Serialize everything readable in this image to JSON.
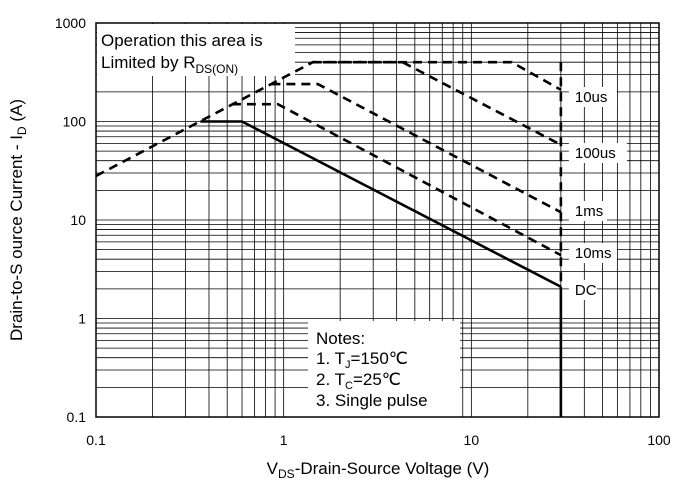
{
  "chart_data": {
    "type": "line",
    "title": "",
    "xlabel": {
      "sub_prefix": "V",
      "sub": "DS",
      "text": "-Drain-Source Voltage (V)"
    },
    "ylabel": {
      "text": "Drain-to-S ource Current - I",
      "sub": "D",
      "suffix": " (A)"
    },
    "xscale": "log",
    "yscale": "log",
    "xlim": [
      0.1,
      100
    ],
    "ylim": [
      0.1,
      1000
    ],
    "grid": true,
    "xticks": [
      "0.1",
      "1",
      "10",
      "100"
    ],
    "yticks": [
      "0.1",
      "1",
      "10",
      "100",
      "1000"
    ],
    "series": [
      {
        "name": "10us",
        "style": "dashed",
        "x": [
          0.1,
          1.43,
          16.4,
          30
        ],
        "y": [
          28,
          400,
          400,
          210
        ]
      },
      {
        "name": "100us",
        "style": "dashed",
        "x": [
          1.43,
          4.3,
          30
        ],
        "y": [
          400,
          400,
          58
        ]
      },
      {
        "name": "1ms",
        "style": "dashed",
        "x": [
          0.86,
          1.52,
          30
        ],
        "y": [
          240,
          240,
          12
        ]
      },
      {
        "name": "10ms",
        "style": "dashed",
        "x": [
          0.53,
          0.93,
          30
        ],
        "y": [
          150,
          150,
          4.4
        ]
      },
      {
        "name": "DC",
        "style": "solid",
        "x": [
          0.36,
          0.6,
          30
        ],
        "y": [
          100,
          100,
          2.1
        ]
      }
    ],
    "vds_limit": 30,
    "rds_box": {
      "line1": "Operation this area is",
      "line2_prefix": "Limited  by R",
      "line2_sub": "DS(ON)"
    },
    "notes": {
      "title": "Notes:",
      "n1_prefix": "1. T",
      "n1_sub": "J",
      "n1_suffix": "=150℃",
      "n2_prefix": "2. T",
      "n2_sub": "C",
      "n2_suffix": "=25℃",
      "n3": "3. Single pulse"
    },
    "colors": {
      "line": "#000000",
      "grid": "#000000",
      "background": "#ffffff"
    }
  }
}
